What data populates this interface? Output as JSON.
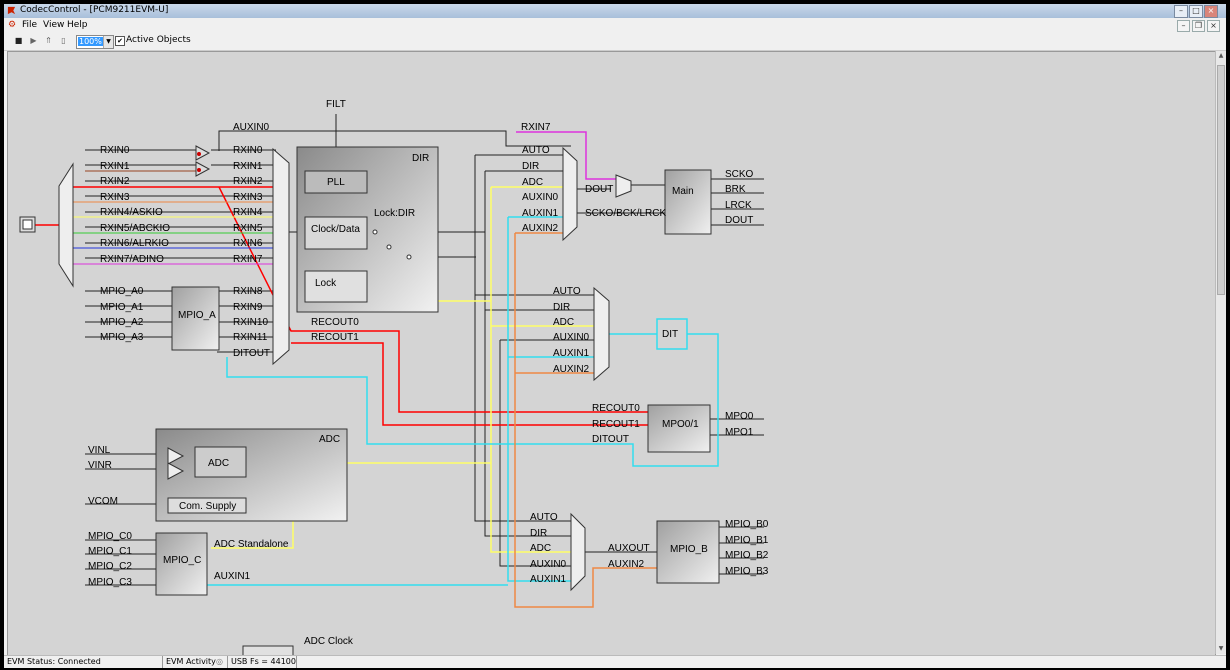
{
  "window": {
    "title": "CodecControl - [PCM9211EVM-U]"
  },
  "menu": [
    "File",
    "View",
    "Help"
  ],
  "toolbar": {
    "zoom": "100%",
    "active_objects_label": "Active Objects"
  },
  "diagram": {
    "rx_inputs": [
      "RXIN0",
      "RXIN1",
      "RXIN2",
      "RXIN3",
      "RXIN4/ASKIO",
      "RXIN5/ABCKIO",
      "RXIN6/ALRKIO",
      "RXIN7/ADINO"
    ],
    "mux_rx_labels": [
      "RXIN0",
      "RXIN1",
      "RXIN2",
      "RXIN3",
      "RXIN4",
      "RXIN5",
      "RXIN6",
      "RXIN7",
      "RXIN8",
      "RXIN9",
      "RXIN10",
      "RXIN11",
      "DITOUT"
    ],
    "auxin0_top": "AUXIN0",
    "filt": "FILT",
    "dir": {
      "title": "DIR",
      "pll": "PLL",
      "clock_data": "Clock/Data",
      "lock": "Lock",
      "lock_dir": "Lock:DIR"
    },
    "mpio_a": {
      "name": "MPIO_A",
      "pins": [
        "MPIO_A0",
        "MPIO_A1",
        "MPIO_A2",
        "MPIO_A3"
      ]
    },
    "recout": [
      "RECOUT0",
      "RECOUT1"
    ],
    "main_mux_inputs": [
      "RXIN7",
      "AUTO",
      "DIR",
      "ADC",
      "AUXIN0",
      "AUXIN1",
      "AUXIN2"
    ],
    "main_mux_out": {
      "dout": "DOUT",
      "sck": "SCKO/BCK/LRCK"
    },
    "main": {
      "name": "Main",
      "outputs": [
        "SCKO",
        "BRK",
        "LRCK",
        "DOUT"
      ]
    },
    "dit_mux_inputs": [
      "AUTO",
      "DIR",
      "ADC",
      "AUXIN0",
      "AUXIN1",
      "AUXIN2"
    ],
    "dit": "DIT",
    "mpo": {
      "name": "MPO0/1",
      "inputs": [
        "RECOUT0",
        "RECOUT1",
        "DITOUT"
      ],
      "outputs": [
        "MPO0",
        "MPO1"
      ]
    },
    "adc": {
      "title": "ADC",
      "block": "ADC",
      "supply": "Com. Supply",
      "inputs": [
        "VINL",
        "VINR",
        "VCOM"
      ]
    },
    "mpio_c": {
      "name": "MPIO_C",
      "pins": [
        "MPIO_C0",
        "MPIO_C1",
        "MPIO_C2",
        "MPIO_C3"
      ],
      "adc_standalone": "ADC Standalone",
      "auxin1": "AUXIN1"
    },
    "b_mux_inputs": [
      "AUTO",
      "DIR",
      "ADC",
      "AUXIN0",
      "AUXIN1"
    ],
    "mpio_b": {
      "name": "MPIO_B",
      "in_labels": [
        "AUXOUT",
        "AUXIN2"
      ],
      "pins": [
        "MPIO_B0",
        "MPIO_B1",
        "MPIO_B2",
        "MPIO_B3"
      ]
    },
    "adc_clock": "ADC Clock"
  },
  "status": {
    "evm": "EVM Status: Connected",
    "activity": "EVM Activity",
    "usb": "USB Fs = 44100"
  },
  "colors": {
    "red": "#ff0000",
    "yellow": "#ffff66",
    "cyan": "#33ddee",
    "magenta": "#dd33dd",
    "orange": "#ee8844",
    "green": "#33cc33",
    "blue": "#2233dd",
    "brown": "#994422"
  }
}
